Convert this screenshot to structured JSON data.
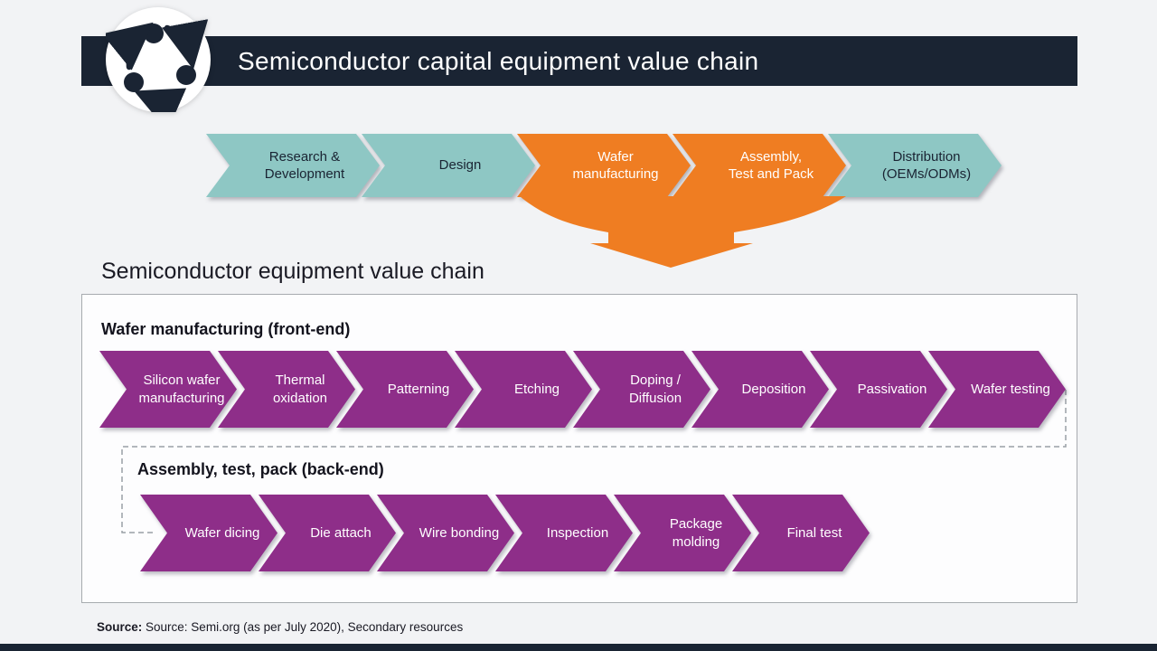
{
  "header": {
    "title": "Semiconductor capital equipment value chain",
    "icon": "cycle-arrows-icon"
  },
  "top_chain": {
    "stages": [
      {
        "label": "Research &\nDevelopment",
        "color": "teal"
      },
      {
        "label": "Design",
        "color": "teal"
      },
      {
        "label": "Wafer\nmanufacturing",
        "color": "orange"
      },
      {
        "label": "Assembly,\nTest and Pack",
        "color": "orange"
      },
      {
        "label": "Distribution\n(OEMs/ODMs)",
        "color": "teal"
      }
    ]
  },
  "section": {
    "title": "Semiconductor equipment value chain"
  },
  "front_end": {
    "heading": "Wafer manufacturing (front-end)",
    "steps": [
      "Silicon wafer\nmanufacturing",
      "Thermal\noxidation",
      "Patterning",
      "Etching",
      "Doping /\nDiffusion",
      "Deposition",
      "Passivation",
      "Wafer testing"
    ]
  },
  "back_end": {
    "heading": "Assembly, test, pack (back-end)",
    "steps": [
      "Wafer dicing",
      "Die attach",
      "Wire bonding",
      "Inspection",
      "Package\nmolding",
      "Final test"
    ]
  },
  "source": {
    "label": "Source:",
    "text": "Source: Semi.org (as per July 2020), Secondary resources"
  },
  "colors": {
    "navy": "#1a2433",
    "teal": "#8ec7c4",
    "orange": "#ef7d22",
    "purple": "#8e2e89",
    "background": "#f2f3f5"
  }
}
